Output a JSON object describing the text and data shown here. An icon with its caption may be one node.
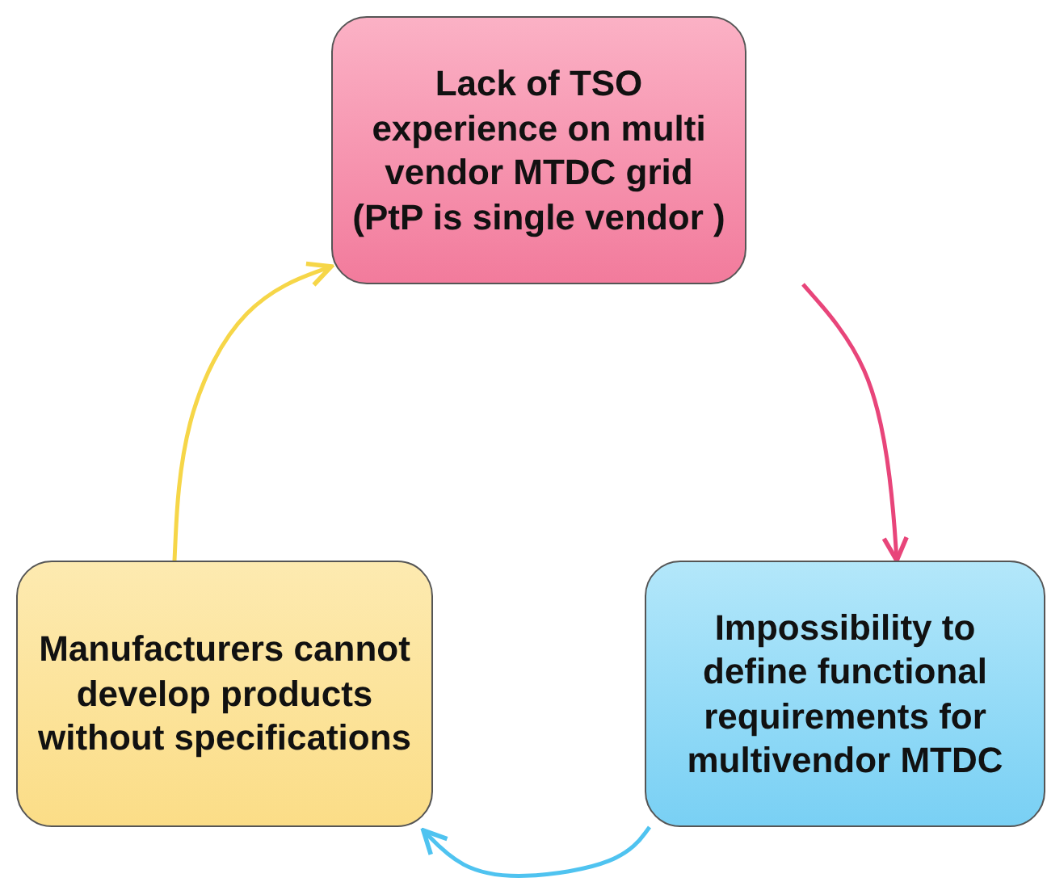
{
  "diagram": {
    "nodes": [
      {
        "text": [
          "Lack of TSO experience on multi vendor MTDC grid (PtP is single vendor )"
        ]
      },
      {
        "text": [
          "Impossibility to define functional requirements for multivendor MTDC"
        ]
      },
      {
        "text": [
          "Manufacturers cannot develop products without specifications"
        ]
      }
    ],
    "edges": [
      {
        "from": 0,
        "to": 1,
        "arrow": "to",
        "color": "#e8457a"
      },
      {
        "from": 1,
        "to": 2,
        "arrow": "to",
        "color": "#4fc3f0"
      },
      {
        "from": 2,
        "to": 0,
        "arrow": "to",
        "color": "#f6d648"
      }
    ]
  }
}
